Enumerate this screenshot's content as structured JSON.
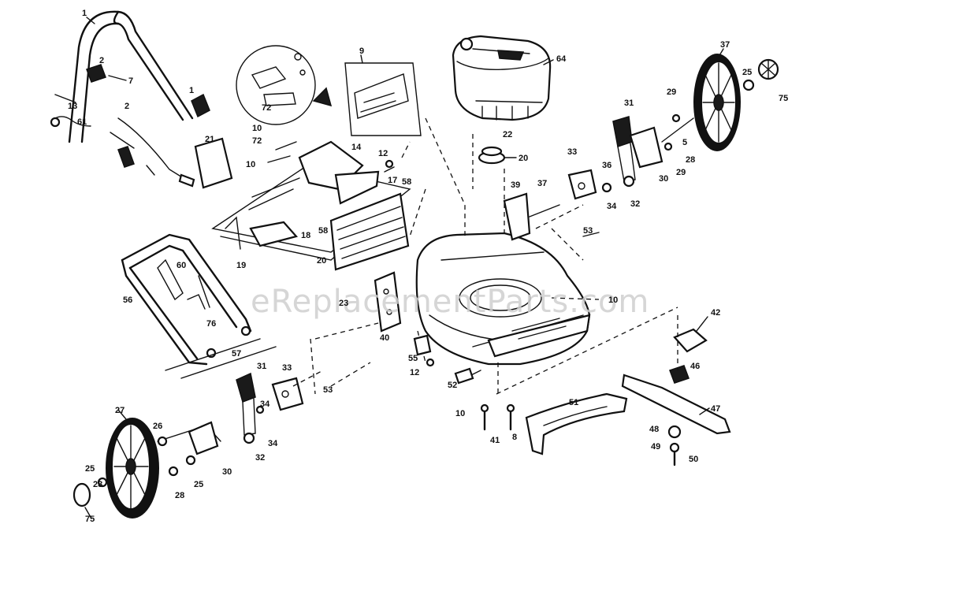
{
  "watermark": "eReplacementParts.com",
  "labels": {
    "l1": "1",
    "l1b": "1",
    "l2": "2",
    "l2b": "2",
    "l7": "7",
    "l13": "13",
    "l61": "61",
    "l72": "72",
    "l72b": "72",
    "l9": "9",
    "l64": "64",
    "l37": "37",
    "l25a": "25",
    "l75a": "75",
    "l31a": "31",
    "l29a": "29",
    "l29b": "29",
    "l5": "5",
    "l22": "22",
    "l20a": "20",
    "l21": "21",
    "l10a": "10",
    "l14": "14",
    "l12a": "12",
    "l17": "17",
    "l10b": "10",
    "l33": "33",
    "l36": "36",
    "l34a": "34",
    "l32a": "32",
    "l30a": "30",
    "l28a": "28",
    "l39": "39",
    "l37b": "37",
    "l58": "58",
    "l18": "18",
    "l58b": "58",
    "l19": "19",
    "l20b": "20",
    "l53a": "53",
    "l60": "60",
    "l56": "56",
    "l76": "76",
    "l57": "57",
    "l23": "23",
    "l10c": "10",
    "l40": "40",
    "l55": "55",
    "l12b": "12",
    "l42": "42",
    "l46": "46",
    "l47": "47",
    "l31b": "31",
    "l33b": "33",
    "l53b": "53",
    "l34b": "34",
    "l34c": "34",
    "l32b": "32",
    "l52": "52",
    "l10d": "10",
    "l51": "51",
    "l41": "41",
    "l8": "8",
    "l48": "48",
    "l49": "49",
    "l50": "50",
    "l27": "27",
    "l26": "26",
    "l25b": "25",
    "l23b": "23",
    "l30b": "30",
    "l28b": "28",
    "l25c": "25",
    "l75b": "75"
  }
}
